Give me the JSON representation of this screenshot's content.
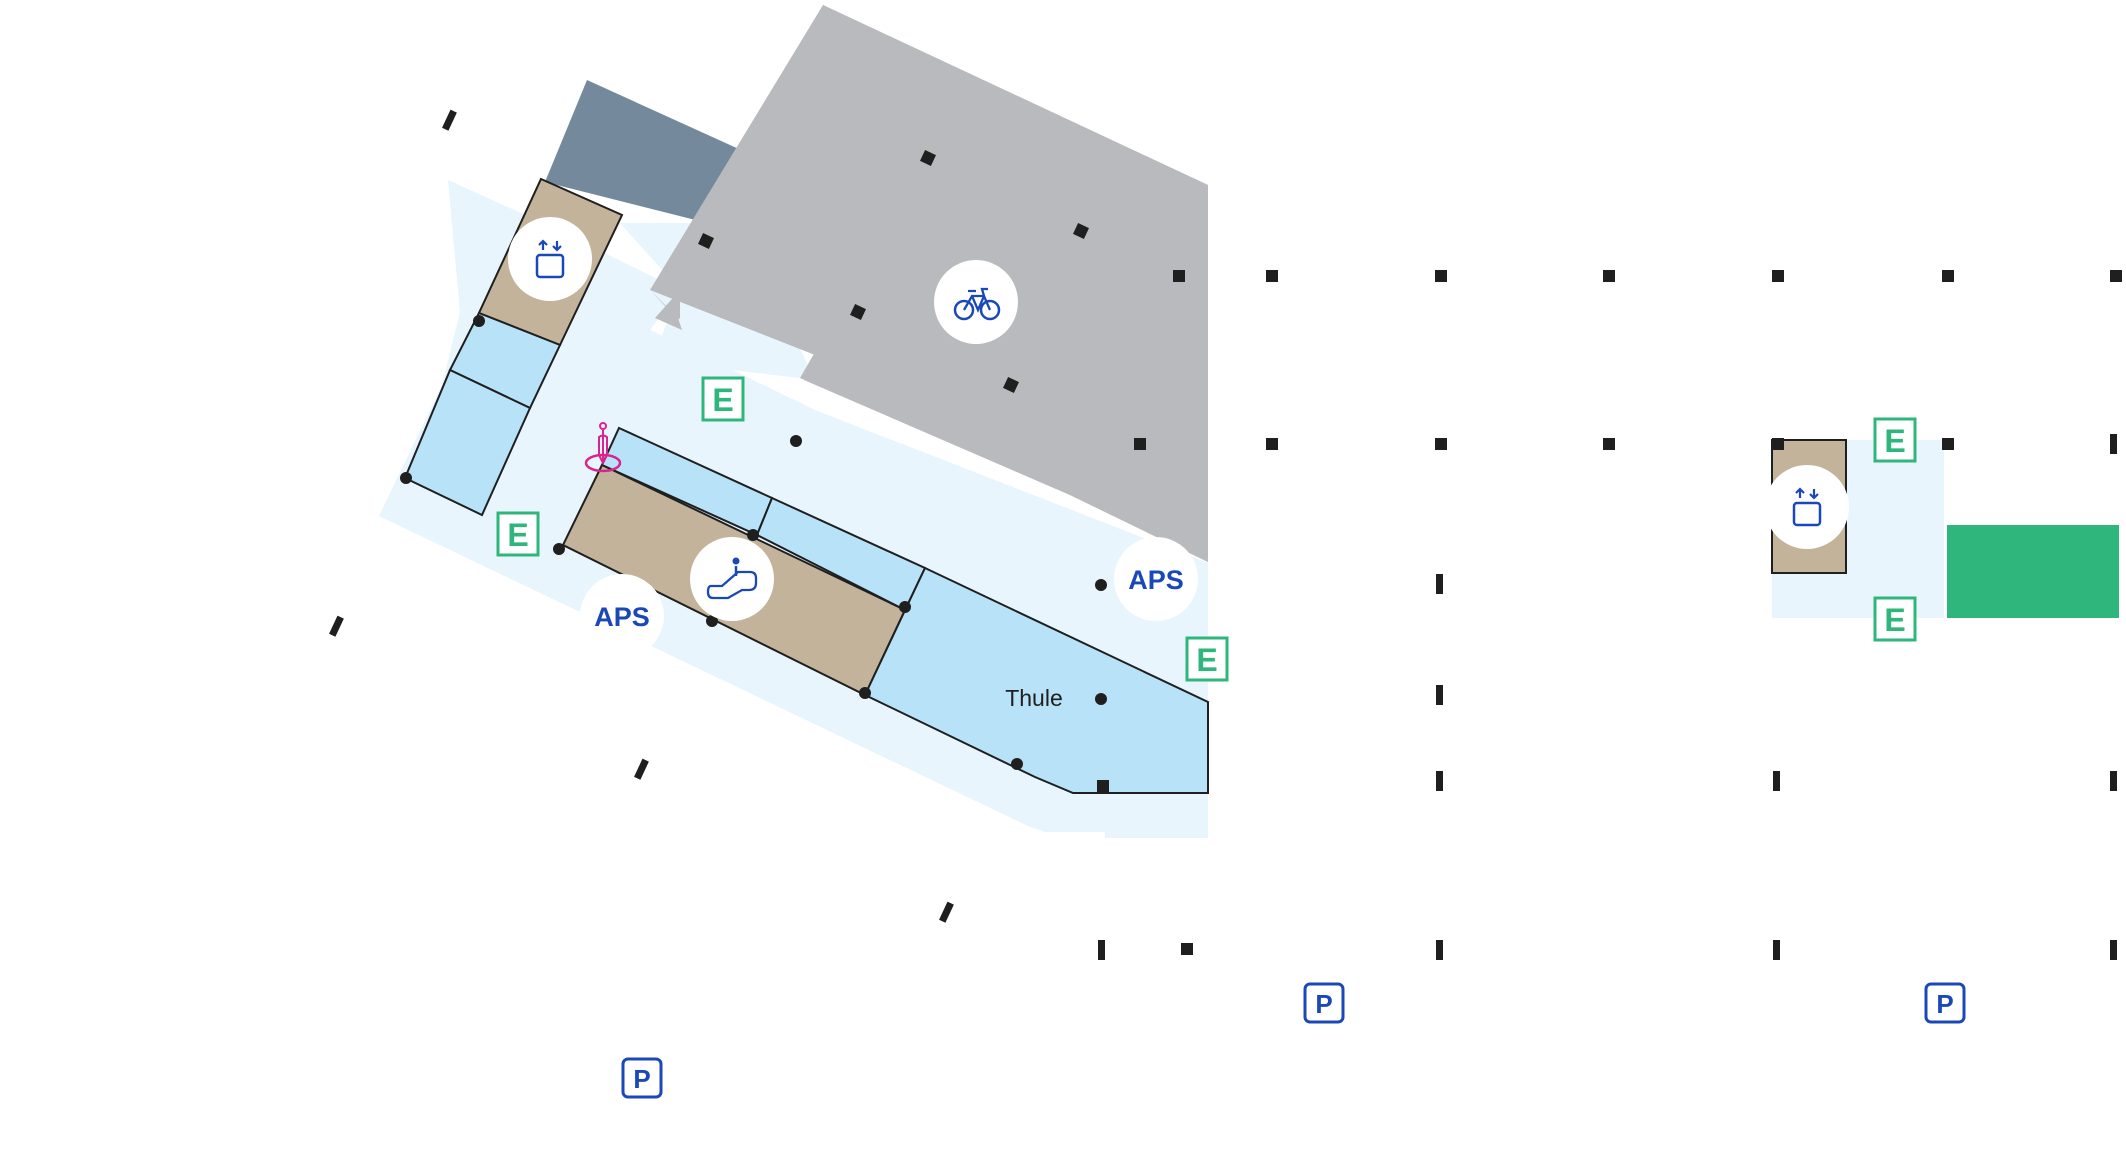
{
  "map": {
    "store_label": "Thule",
    "aps_label_1": "APS",
    "aps_label_2": "APS",
    "exit_label": "E",
    "parking_label": "P"
  },
  "colors": {
    "floor_area": "#e8f5fd",
    "store_blue": "#b8e2f7",
    "store_tan": "#c2b39a",
    "bike_parking_gray": "#b9babd",
    "slate_block": "#748a9c",
    "exit_green": "#2fb67c",
    "icon_blue": "#1b48b8",
    "pin_magenta": "#d9238f",
    "pillar": "#1f1f1f"
  },
  "icons": [
    "elevator-icon",
    "bicycle-icon",
    "escalator-icon",
    "you-are-here-icon",
    "exit-icon",
    "parking-icon"
  ]
}
